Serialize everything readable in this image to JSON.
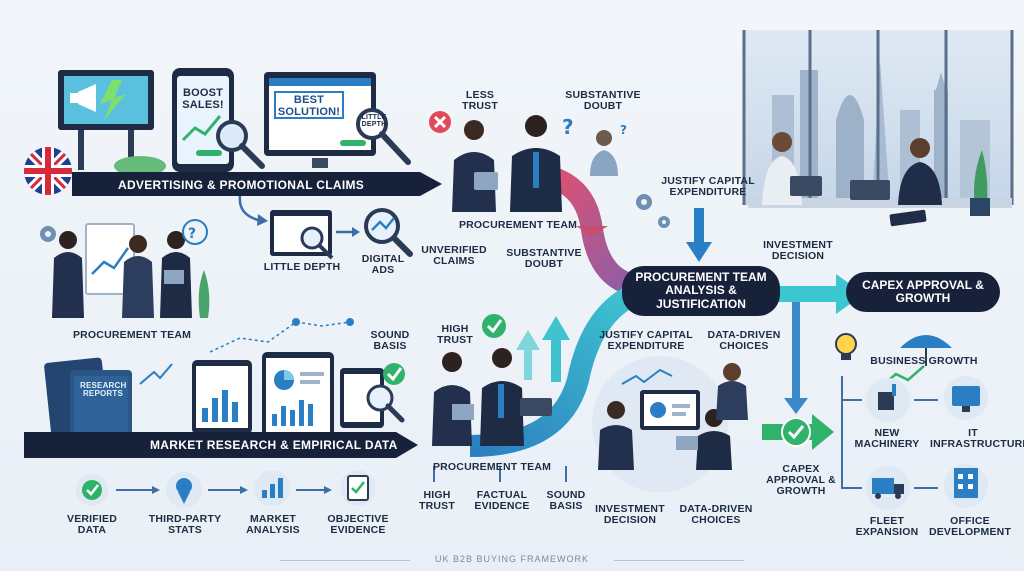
{
  "banners": {
    "advertising": "Advertising & Promotional Claims",
    "market_research": "Market Research & Empirical Data"
  },
  "pills": {
    "procurement_analysis": "Procurement Team Analysis & Justification",
    "capex": "Capex Approval & Growth"
  },
  "screens": {
    "boost_sales": "Boost Sales!",
    "best_solution": "Best Solution!",
    "little_depth_card": "Little Depth",
    "research_reports": "Research Reports"
  },
  "labels": {
    "less_trust": "Less Trust",
    "substantive_doubt_top": "Substantive Doubt",
    "procurement_team_top": "Procurement Team",
    "justify_capex_top": "Justify Capital Expenditure",
    "little_depth": "Little Depth",
    "digital_ads": "Digital Ads",
    "unverified_claims": "Unverified Claims",
    "substantive_doubt_mid": "Substantive Doubt",
    "investment_decision_top": "Investment Decision",
    "procurement_team_left": "Procurement Team",
    "sound_basis_top": "Sound Basis",
    "high_trust_top": "High Trust",
    "justify_capex_mid": "Justify Capital Expenditure",
    "data_driven_top": "Data-Driven Choices",
    "business_growth": "Business Growth",
    "procurement_team_bottom": "Procurement Team",
    "high_trust_bottom": "High Trust",
    "factual_evidence": "Factual Evidence",
    "sound_basis_bottom": "Sound Basis",
    "investment_decision_bottom": "Investment Decision",
    "data_driven_bottom": "Data-Driven Choices",
    "capex_bottom": "Capex Approval & Growth",
    "new_machinery": "New Machinery",
    "it_infrastructure": "IT Infrastructure",
    "fleet_expansion": "Fleet Expansion",
    "office_development": "Office Development",
    "verified_data": "Verified Data",
    "third_party_stats": "Third-Party Stats",
    "market_analysis": "Market Analysis",
    "objective_evidence": "Objective Evidence"
  },
  "footer": "UK B2B Buying Framework",
  "colors": {
    "navy": "#17213a",
    "teal": "#2eb8c9",
    "blue": "#2a7fc4",
    "red_arrow": "#d9485b",
    "green": "#2fb36a"
  },
  "icons": [
    "megaphone-icon",
    "uk-flag-icon",
    "magnifier-icon",
    "check-icon",
    "cross-icon",
    "question-icon",
    "gear-icon",
    "lightbulb-icon",
    "umbrella-icon",
    "machinery-icon",
    "monitor-icon",
    "truck-icon",
    "building-icon",
    "ribbon-icon",
    "chart-icon",
    "clipboard-icon"
  ]
}
